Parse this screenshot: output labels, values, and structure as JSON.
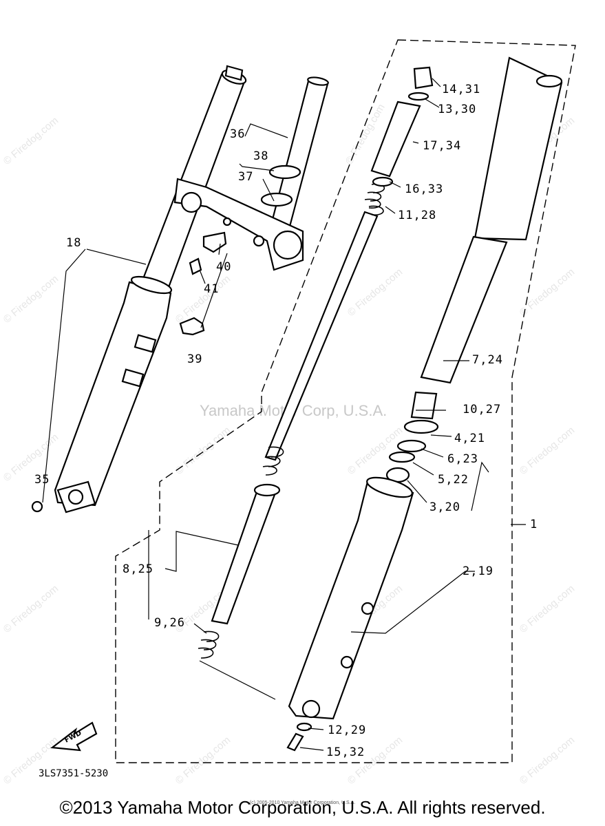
{
  "diagram": {
    "center_watermark": "Yamaha Motor Corp, U.S.A.",
    "watermark_text": "© Firedog.com",
    "diagram_code": "3LS7351-5230",
    "fwd_label": "FWD",
    "labels": {
      "p1": "1",
      "p2_19": "2,19",
      "p3_20": "3,20",
      "p5_22": "5,22",
      "p6_23": "6,23",
      "p4_21": "4,21",
      "p10_27": "10,27",
      "p7_24": "7,24",
      "p11_28": "11,28",
      "p16_33": "16,33",
      "p17_34": "17,34",
      "p13_30": "13,30",
      "p14_31": "14,31",
      "p8_25": "8,25",
      "p9_26": "9,26",
      "p12_29": "12,29",
      "p15_32": "15,32",
      "p18": "18",
      "p35": "35",
      "p36": "36",
      "p37": "37",
      "p38": "38",
      "p39": "39",
      "p40": "40",
      "p41": "41"
    }
  },
  "footer": {
    "copyright": "©2013 Yamaha Motor Corporation, U.S.A. All rights reserved.",
    "tiny_notice": "(c) 2005-2010 Yamaha Motor Corporation, U.S.A."
  }
}
